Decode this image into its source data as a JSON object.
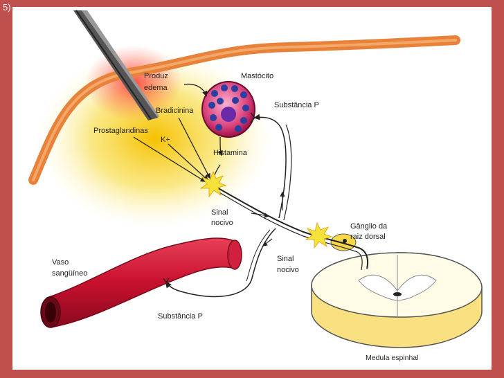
{
  "slide_number": "5)",
  "labels": {
    "produz_line1": "Produz",
    "produz_line2": "edema",
    "bradicinina": "Bradicinina",
    "prostaglandinas": "Prostaglandinas",
    "potassium": "K+",
    "mastocito": "Mastócito",
    "substancia_p_top": "Substância P",
    "histamina": "Histamina",
    "sinal_nocivo_1_line1": "Sinal",
    "sinal_nocivo_1_line2": "nocivo",
    "ganglio_line1": "Gânglio da",
    "ganglio_line2": "raiz dorsal",
    "sinal_nocivo_2_line1": "Sinal",
    "sinal_nocivo_2_line2": "nocivo",
    "vaso_line1": "Vaso",
    "vaso_line2": "sangüíneo",
    "substancia_p_bottom": "Substância P",
    "medula": "Medula espinhal"
  },
  "colors": {
    "background": "#c0504d",
    "skin": "#e8823a",
    "inflammation": "#f5d000",
    "vessel": "#c8102e",
    "mast_cell": "#c8185a",
    "granule": "#2b3fa0",
    "spinal_cord": "#fff3b0"
  }
}
